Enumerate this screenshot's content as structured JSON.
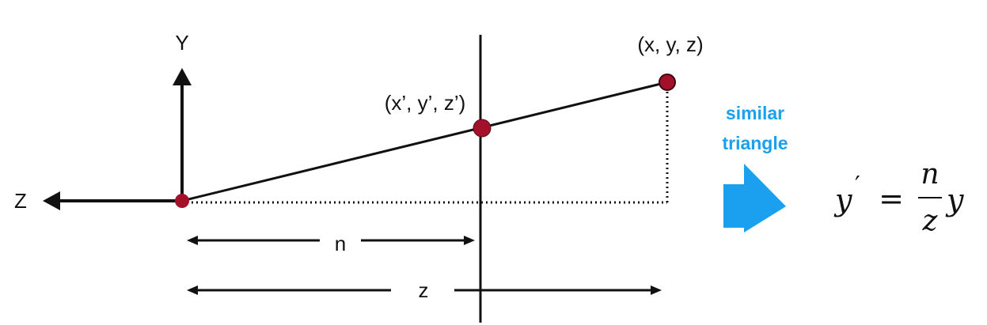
{
  "labels": {
    "y_axis": "Y",
    "z_axis": "Z",
    "projected_point": "(x’, y’, z’)",
    "original_point": "(x, y, z)",
    "near_distance": "n",
    "depth_distance": "z"
  },
  "note": {
    "line1": "similar",
    "line2": "triangle"
  },
  "formula": {
    "lhs": "y",
    "prime": "′",
    "equals": "=",
    "numerator": "n",
    "denominator": "z",
    "rhs": "y"
  },
  "colors": {
    "point": "#a3102a",
    "ink": "#111111",
    "accent": "#1aa0ef"
  },
  "icons": {
    "arrow": "right-arrow-icon"
  }
}
